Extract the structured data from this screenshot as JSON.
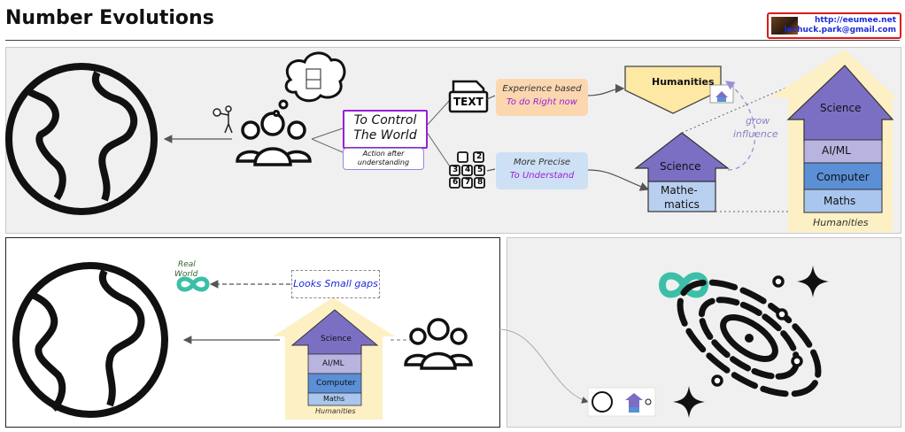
{
  "header": {
    "title": "Number Evolutions",
    "contact_url": "http://eeumee.net",
    "contact_email": "lechuck.park@gmail.com"
  },
  "top_panel": {
    "control_line1": "To Control",
    "control_line2": "The World",
    "action_line1": "Action after",
    "action_line2": "understanding",
    "text_doc_label": "TEXT",
    "digits": [
      "2",
      "3",
      "4",
      "5",
      "6",
      "7",
      "8"
    ],
    "experience_line1": "Experience based",
    "experience_line2": "To do Right now",
    "precise_line1": "More Precise",
    "precise_line2": "To Understand",
    "humanities_banner": "Humanities",
    "small_house": {
      "top": "Science",
      "bottom_line1": "Mathe-",
      "bottom_line2": "matics"
    },
    "grow_line1": "grow",
    "grow_line2": "influence",
    "big_house": {
      "top": "Science",
      "layers": [
        "AI/ML",
        "Computer",
        "Maths"
      ],
      "base": "Humanities"
    }
  },
  "bottom_left_panel": {
    "real_world_line1": "Real",
    "real_world_line2": "World",
    "gaps_label": "Looks Small gaps",
    "house": {
      "top": "Science",
      "layers": [
        "AI/ML",
        "Computer",
        "Maths"
      ],
      "base": "Humanities"
    }
  },
  "colors": {
    "purple": "#7b6fc4",
    "lavender": "#b9b3e0",
    "blue": "#5b8fd6",
    "light_blue": "#a9c6ee",
    "cream": "#fdf0c4",
    "highlight": "#9b1fd6",
    "link_blue": "#1a2bd8",
    "teal": "#3cbfa8"
  }
}
